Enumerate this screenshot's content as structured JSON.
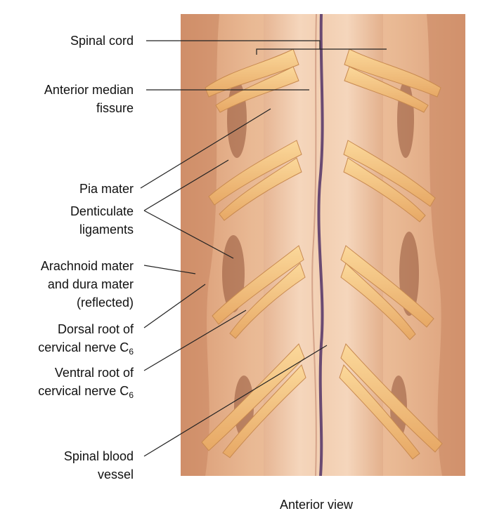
{
  "labels": {
    "spinal_cord": "Spinal cord",
    "anterior_median_fissure": [
      "Anterior median",
      "fissure"
    ],
    "pia_mater": "Pia mater",
    "denticulate_ligaments": [
      "Denticulate",
      "ligaments"
    ],
    "arachnoid_dura": [
      "Arachnoid mater",
      "and dura mater",
      "(reflected)"
    ],
    "dorsal_root": {
      "line1": "Dorsal root of",
      "line2": "cervical nerve C",
      "sub": "6"
    },
    "ventral_root": {
      "line1": "Ventral root of",
      "line2": "cervical nerve C",
      "sub": "6"
    },
    "spinal_blood_vessel": [
      "Spinal blood",
      "vessel"
    ]
  },
  "caption": "Anterior view",
  "colors": {
    "tissue_background": "#e7b48d",
    "cord": "#f0cdb0",
    "nerve_root": "#f4c27a",
    "blood_vessel": "#6a4a72",
    "leader_line": "#222222"
  }
}
